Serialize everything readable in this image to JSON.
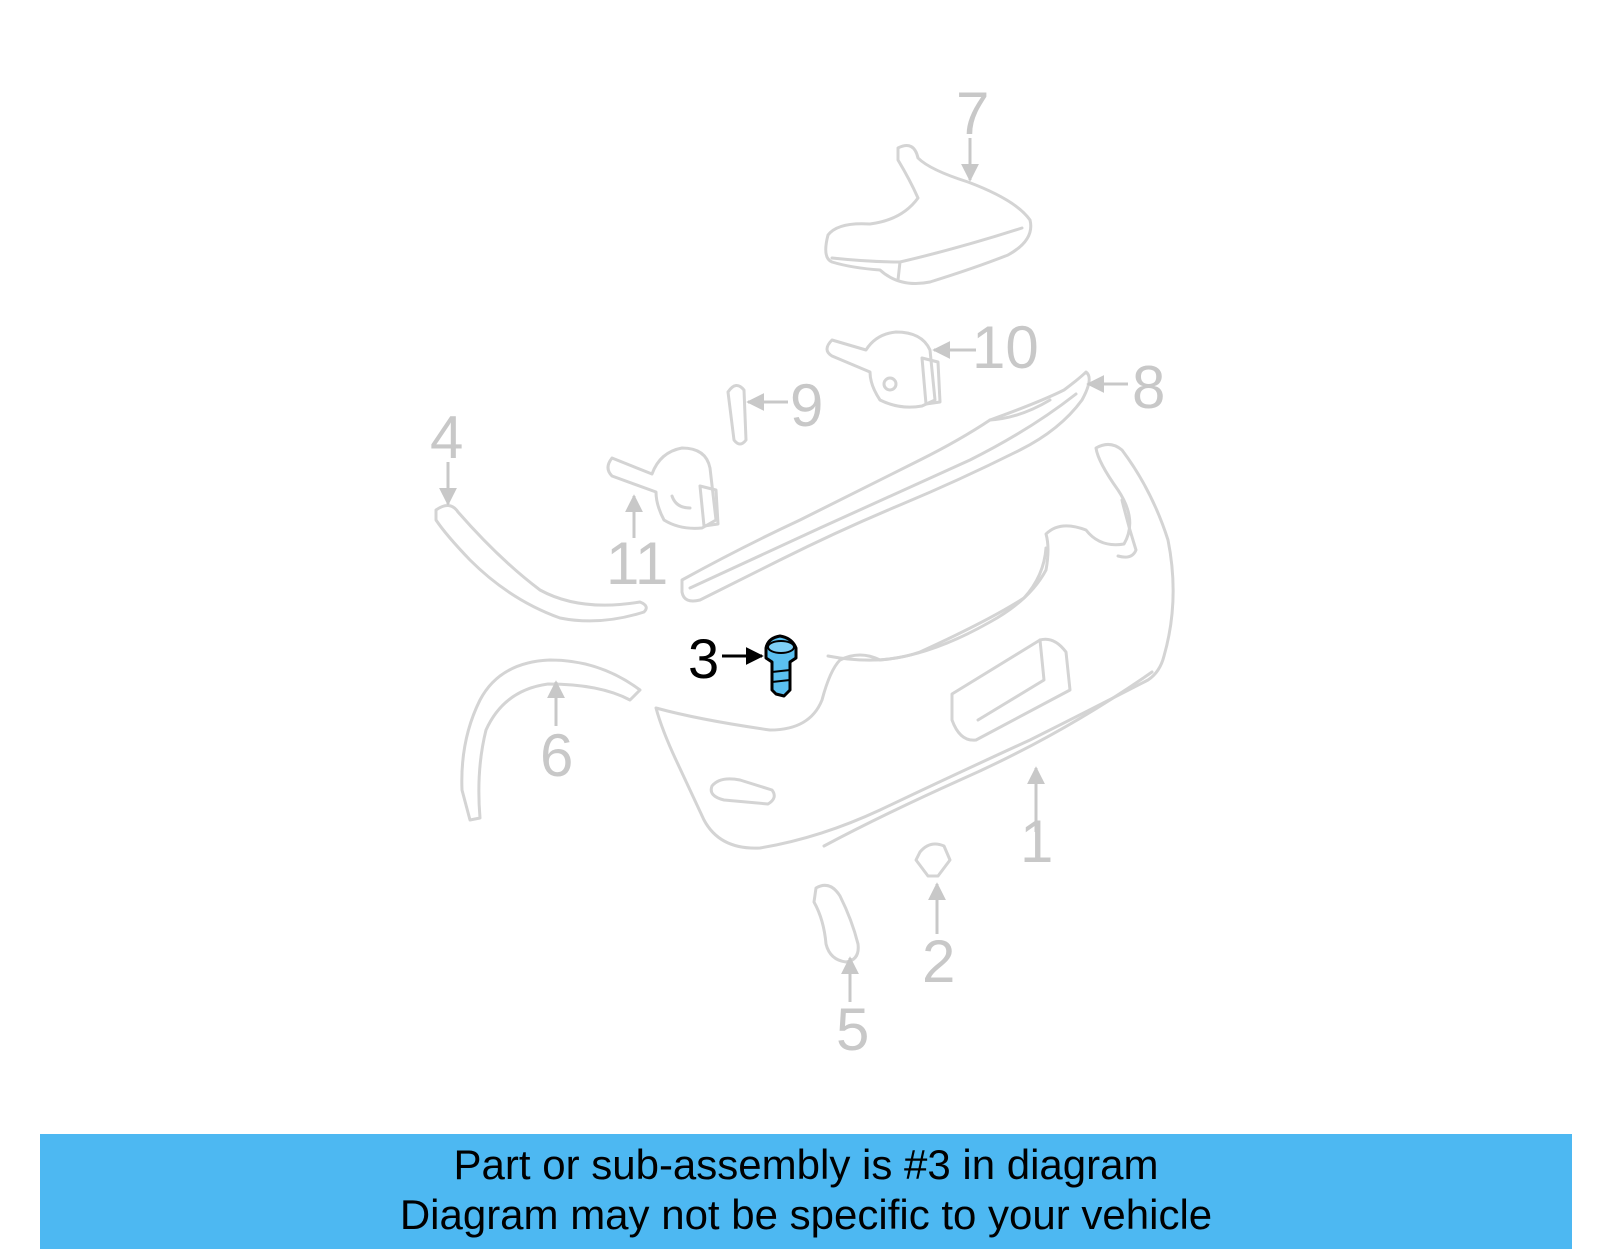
{
  "callouts": [
    {
      "label": "1"
    },
    {
      "label": "2"
    },
    {
      "label": "3"
    },
    {
      "label": "4"
    },
    {
      "label": "5"
    },
    {
      "label": "6"
    },
    {
      "label": "7"
    },
    {
      "label": "8"
    },
    {
      "label": "9"
    },
    {
      "label": "10"
    },
    {
      "label": "11"
    }
  ],
  "highlight": {
    "part": "3",
    "color": "#5bc0f0"
  },
  "banner": {
    "line1": "Part or sub-assembly is #3 in diagram",
    "line2": "Diagram may not be specific to your vehicle",
    "color": "#4db8f2"
  }
}
